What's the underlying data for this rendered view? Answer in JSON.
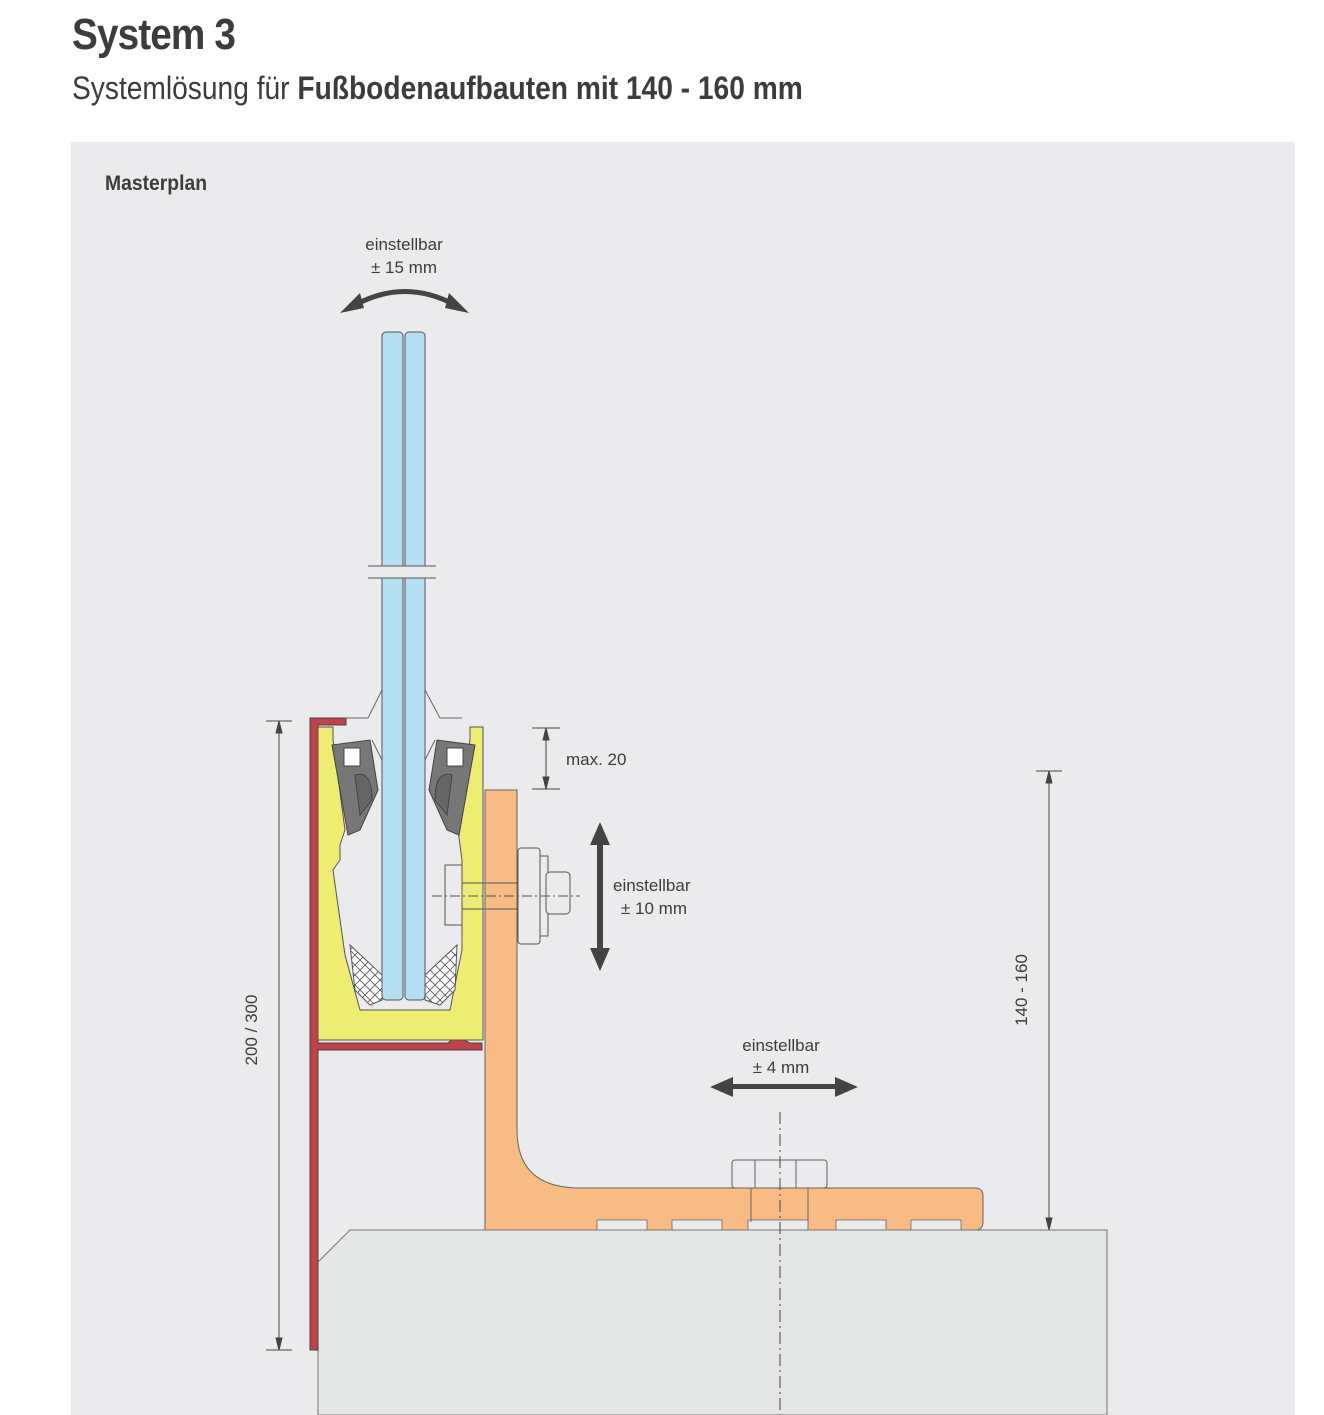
{
  "header": {
    "title": "System 3",
    "subtitle_prefix": "Systemlösung für ",
    "subtitle_bold": "Fußbodenaufbauten mit 140 - 160 mm"
  },
  "panel": {
    "title": "Masterplan",
    "annotations": {
      "glass_adjust_line1": "einstellbar",
      "glass_adjust_line2": "± 15 mm",
      "max_label": "max. 20",
      "vertical_adjust_line1": "einstellbar",
      "vertical_adjust_line2": "± 10 mm",
      "horizontal_adjust_line1": "einstellbar",
      "horizontal_adjust_line2": "± 4 mm",
      "dim_left": "200 / 300",
      "dim_right": "140 - 160"
    }
  },
  "colors": {
    "glass": "#b4def2",
    "channel": "#eeec72",
    "bracket": "#f8bb84",
    "cover": "#c0424b",
    "concrete": "#e4e5e5",
    "panel": "#ebebed"
  }
}
